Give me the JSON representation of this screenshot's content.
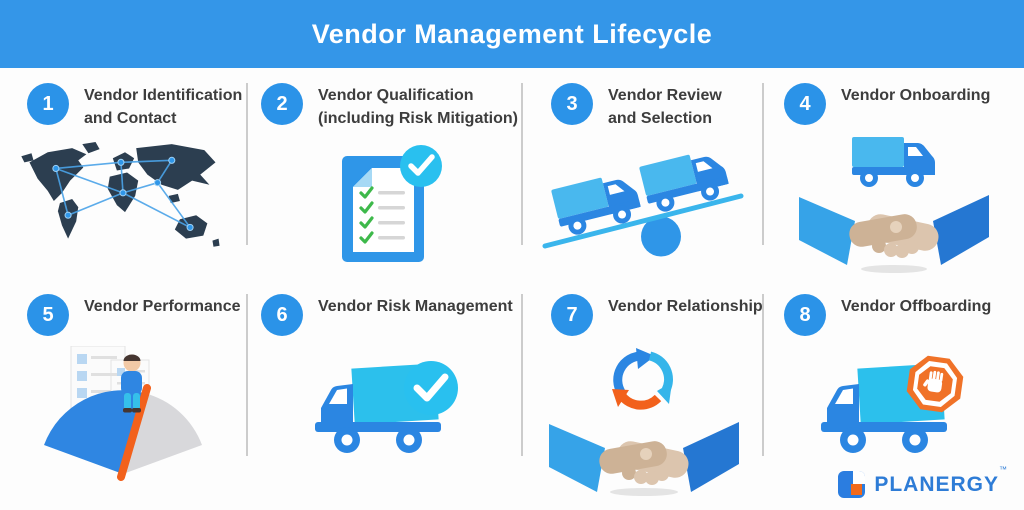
{
  "header": {
    "title": "Vendor Management Lifecycle"
  },
  "steps": [
    {
      "number": "1",
      "line1": "Vendor Identification",
      "line2": "and Contact",
      "icon": "world-map-network-icon"
    },
    {
      "number": "2",
      "line1": "Vendor Qualification",
      "line2": "(including Risk Mitigation)",
      "icon": "checklist-approved-icon"
    },
    {
      "number": "3",
      "line1": "Vendor Review",
      "line2": "and Selection",
      "icon": "truck-balance-scale-icon"
    },
    {
      "number": "4",
      "line1": "Vendor Onboarding",
      "line2": "",
      "icon": "handshake-truck-icon"
    },
    {
      "number": "5",
      "line1": "Vendor Performance",
      "line2": "",
      "icon": "performance-gauge-icon"
    },
    {
      "number": "6",
      "line1": "Vendor Risk Management",
      "line2": "",
      "icon": "truck-checkmark-icon"
    },
    {
      "number": "7",
      "line1": "Vendor Relationship",
      "line2": "",
      "icon": "handshake-cycle-icon"
    },
    {
      "number": "8",
      "line1": "Vendor Offboarding",
      "line2": "",
      "icon": "truck-stop-sign-icon"
    }
  ],
  "footer": {
    "brand": "PLANERGY",
    "trademark": "™"
  },
  "colors": {
    "header_blue": "#3496e8",
    "badge_blue": "#2b93e8",
    "truck_body_blue": "#2b86e2",
    "cargo_cyan": "#49b8ee",
    "check_circle_cyan": "#29c0ef",
    "check_green": "#3eb94b",
    "alert_orange": "#f2611c",
    "handshake_tan": "#dcc5ae",
    "map_navy": "#2c3e50",
    "divider_gray": "#cccccc",
    "text_dark": "#3d3d3d",
    "brand_blue": "#2e7cd6"
  }
}
